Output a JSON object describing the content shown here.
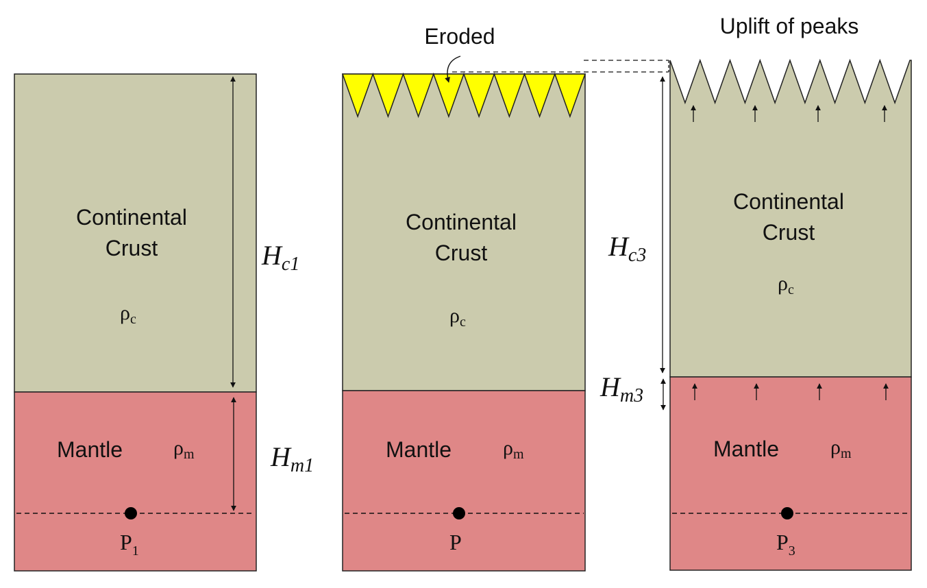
{
  "colors": {
    "crust": "#CBCBAD",
    "mantle": "#DF8787",
    "eroded": "#FFFF00",
    "outline": "#222222"
  },
  "columns": [
    {
      "crust_label_line1": "Continental",
      "crust_label_line2": "Crust",
      "crust_density": "ρ",
      "crust_density_sub": "c",
      "mantle_label": "Mantle",
      "mantle_density": "ρ",
      "mantle_density_sub": "m",
      "point": "P",
      "point_sub": "1"
    },
    {
      "crust_label_line1": "Continental",
      "crust_label_line2": "Crust",
      "crust_density": "ρ",
      "crust_density_sub": "c",
      "mantle_label": "Mantle",
      "mantle_density": "ρ",
      "mantle_density_sub": "m",
      "point": "P",
      "point_sub": ""
    },
    {
      "crust_label_line1": "Continental",
      "crust_label_line2": "Crust",
      "crust_density": "ρ",
      "crust_density_sub": "c",
      "mantle_label": "Mantle",
      "mantle_density": "ρ",
      "mantle_density_sub": "m",
      "point": "P",
      "point_sub": "3"
    }
  ],
  "dimensions": {
    "hc1": {
      "var": "H",
      "sub": "c1"
    },
    "hm1": {
      "var": "H",
      "sub": "m1"
    },
    "hc3": {
      "var": "H",
      "sub": "c3"
    },
    "hm3": {
      "var": "H",
      "sub": "m3"
    }
  },
  "annotations": {
    "eroded": "Eroded",
    "uplift": "Uplift of peaks"
  }
}
